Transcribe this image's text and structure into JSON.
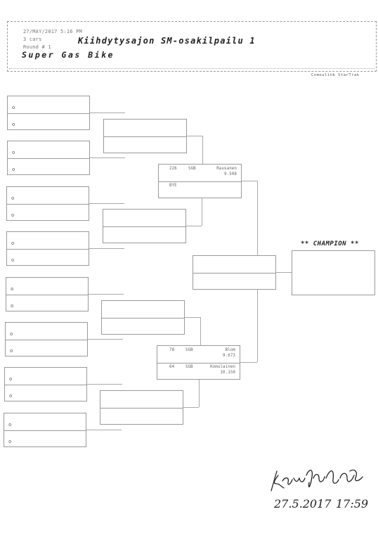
{
  "header": {
    "date": "27/MAY/2017",
    "time": "5:16 PM",
    "cars": "3 cars",
    "round": "Round # 1",
    "event_title": "Kiihdytysajon SM-osakilpailu 1",
    "class_title": "Super  Gas  Bike",
    "footer_tag": "Comoulink StarTrak"
  },
  "round1_slots": [
    {
      "top_mark": "o",
      "bottom_mark": "o"
    },
    {
      "top_mark": "o",
      "bottom_mark": "o"
    },
    {
      "top_mark": "o",
      "bottom_mark": "o"
    },
    {
      "top_mark": "o",
      "bottom_mark": "o"
    },
    {
      "top_mark": "o",
      "bottom_mark": "o"
    },
    {
      "top_mark": "o",
      "bottom_mark": "o"
    },
    {
      "top_mark": "o",
      "bottom_mark": "o"
    },
    {
      "top_mark": "o",
      "bottom_mark": "o"
    }
  ],
  "semifinal_upper": {
    "top": {
      "number": "226",
      "class": "SGB",
      "name": "Rausanen",
      "time": "9.508"
    },
    "bottom": {
      "name": "BYE"
    }
  },
  "semifinal_lower": {
    "top": {
      "number": "78",
      "class": "SGB",
      "name": "Blom",
      "time": "9.673"
    },
    "bottom": {
      "number": "64",
      "class": "SGB",
      "name": "Komulainen",
      "time": "10.150"
    }
  },
  "champion": {
    "label": "** CHAMPION **"
  },
  "signature": {
    "text": "Kangasniemi",
    "date": "27.5.2017",
    "time": "17:59"
  }
}
